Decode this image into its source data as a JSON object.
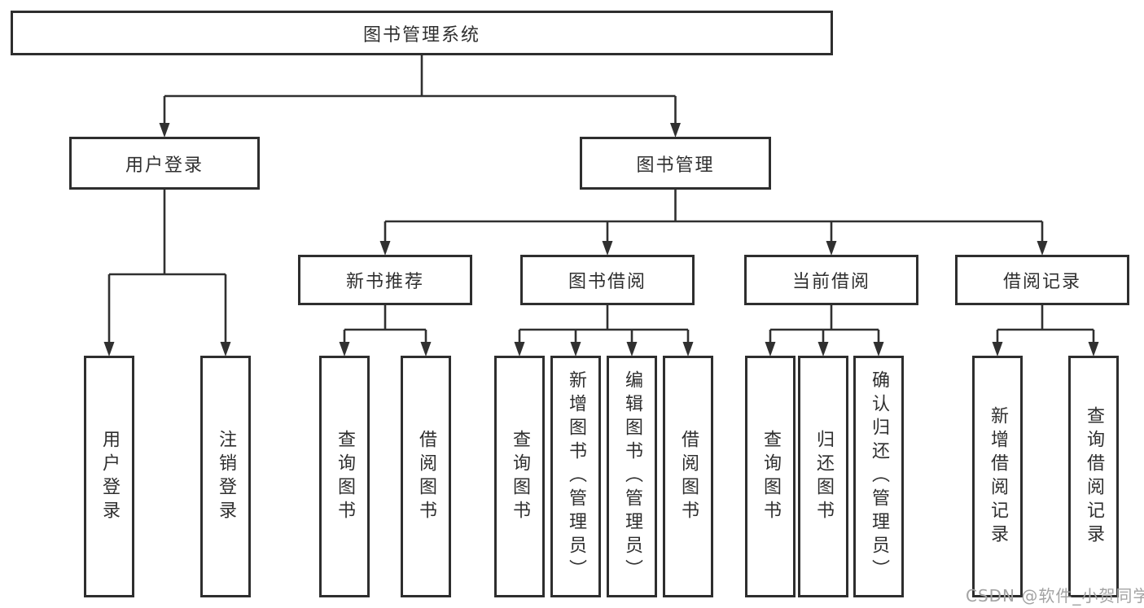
{
  "diagram_type": "hierarchy-tree",
  "tree": {
    "label": "图书管理系统",
    "children": [
      {
        "label": "用户登录",
        "children": [
          {
            "label": "用户登录"
          },
          {
            "label": "注销登录"
          }
        ]
      },
      {
        "label": "图书管理",
        "children": [
          {
            "label": "新书推荐",
            "children": [
              {
                "label": "查询图书"
              },
              {
                "label": "借阅图书"
              }
            ]
          },
          {
            "label": "图书借阅",
            "children": [
              {
                "label": "查询图书"
              },
              {
                "label": "新增图书（管理员）"
              },
              {
                "label": "编辑图书（管理员）"
              },
              {
                "label": "借阅图书"
              }
            ]
          },
          {
            "label": "当前借阅",
            "children": [
              {
                "label": "查询图书"
              },
              {
                "label": "归还图书"
              },
              {
                "label": "确认归还（管理员）"
              }
            ]
          },
          {
            "label": "借阅记录",
            "children": [
              {
                "label": "新增借阅记录"
              },
              {
                "label": "查询借阅记录"
              }
            ]
          }
        ]
      }
    ]
  },
  "watermark": {
    "text": "CSDN @软件_小贺同学"
  },
  "colors": {
    "line": "#303030",
    "box_border": "#2e2e2e",
    "box_fill": "#ffffff",
    "text": "#2f2f2f",
    "watermark": "#a3a3a3",
    "background": "#ffffff"
  }
}
